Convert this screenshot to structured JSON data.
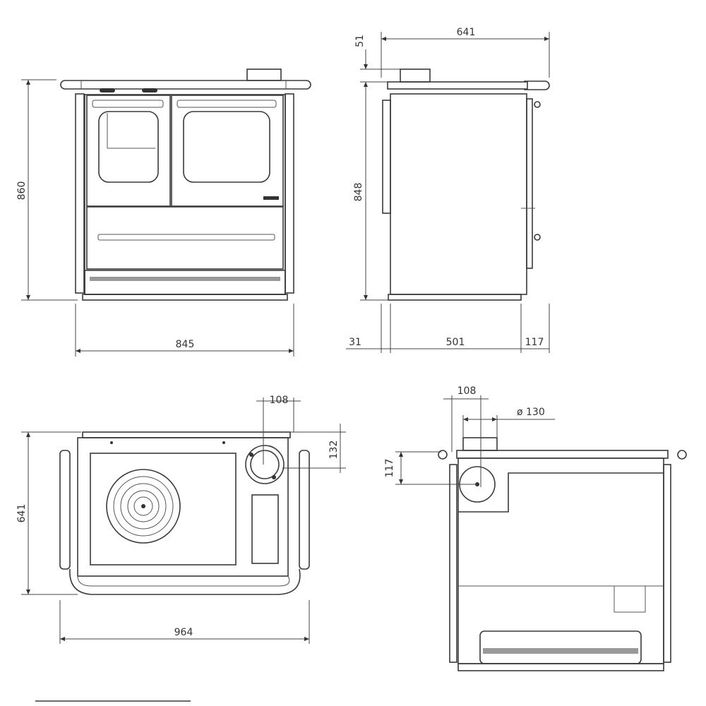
{
  "front_view": {
    "height_label": "860",
    "width_label": "845"
  },
  "side_view": {
    "depth_label": "641",
    "top_offset_label": "51",
    "height_label": "848",
    "front_offset_label": "31",
    "body_depth_label": "501",
    "rear_offset_label": "117"
  },
  "top_view": {
    "flue_offset_label": "108",
    "flue_depth_label": "132",
    "depth_label": "641",
    "width_label": "964"
  },
  "back_view": {
    "flue_offset_label": "108",
    "flue_diameter_label": "ø 130",
    "flue_height_label": "117"
  }
}
